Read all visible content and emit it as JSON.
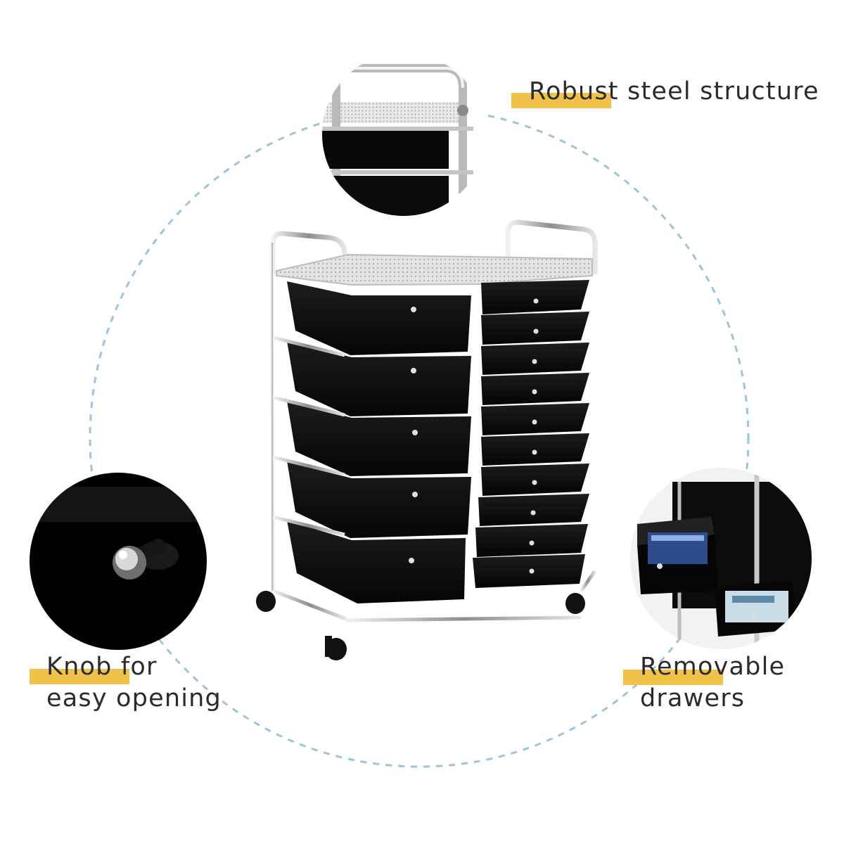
{
  "colors": {
    "accent": "#f1c249",
    "dashed_ring": "#9fc3d8",
    "text": "#2b2b2b",
    "drawer": "#0b0b0b",
    "chrome": "#c9c9c9"
  },
  "features": {
    "steel": {
      "lines": [
        "Robust steel structure"
      ]
    },
    "knob": {
      "lines": [
        "Knob for",
        "easy opening"
      ]
    },
    "removable": {
      "lines": [
        "Removable",
        "drawers"
      ]
    }
  }
}
